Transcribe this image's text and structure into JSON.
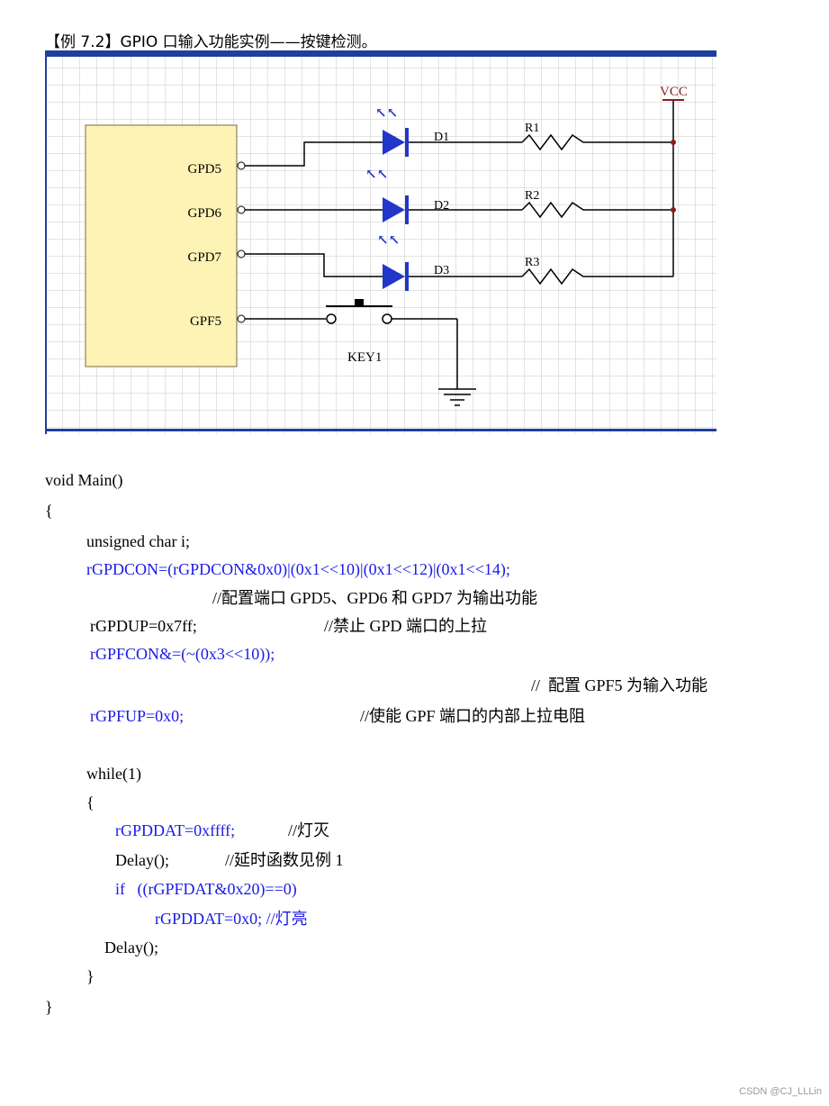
{
  "heading": "【例 7.2】GPIO 口输入功能实例——按键检测。",
  "schematic": {
    "pins": [
      "GPD5",
      "GPD6",
      "GPD7",
      "GPF5"
    ],
    "diodes": [
      "D1",
      "D2",
      "D3"
    ],
    "resistors": [
      "R1",
      "R2",
      "R3"
    ],
    "vcc_label": "VCC",
    "key_label": "KEY1"
  },
  "code": [
    {
      "text": "void Main()",
      "color": "black"
    },
    {
      "text": "{",
      "color": "black"
    },
    {
      "text": "unsigned char i;",
      "color": "black"
    },
    {
      "text": "rGPDCON=(rGPDCON&0x0)|(0x1<<10)|(0x1<<12)|(0x1<<14);",
      "color": "blue"
    },
    {
      "text": "//配置端口 GPD5、GPD6 和 GPD7 为输出功能",
      "color": "black"
    },
    {
      "text": "rGPDUP=0x7ff;",
      "color": "black"
    },
    {
      "text": "//禁止 GPD 端口的上拉",
      "color": "black"
    },
    {
      "text": "rGPFCON&=(~(0x3<<10));",
      "color": "blue"
    },
    {
      "text": "//  配置 GPF5 为输入功能",
      "color": "black"
    },
    {
      "text": "rGPFUP=0x0;",
      "color": "blue"
    },
    {
      "text": "//使能 GPF 端口的内部上拉电阻",
      "color": "black"
    },
    {
      "text": "while(1)",
      "color": "black"
    },
    {
      "text": "{",
      "color": "black"
    },
    {
      "text": "rGPDDAT=0xffff;",
      "color": "blue"
    },
    {
      "text": "//灯灭",
      "color": "black"
    },
    {
      "text": "Delay();",
      "color": "black"
    },
    {
      "text": "//延时函数见例 1",
      "color": "black"
    },
    {
      "text": "if   ((rGPFDAT&0x20)==0)",
      "color": "blue"
    },
    {
      "text": "rGPDDAT=0x0; //灯亮",
      "color": "blue"
    },
    {
      "text": "Delay();",
      "color": "black"
    },
    {
      "text": "}",
      "color": "black"
    },
    {
      "text": "}",
      "color": "black"
    }
  ],
  "watermark": "CSDN @CJ_LLLin"
}
